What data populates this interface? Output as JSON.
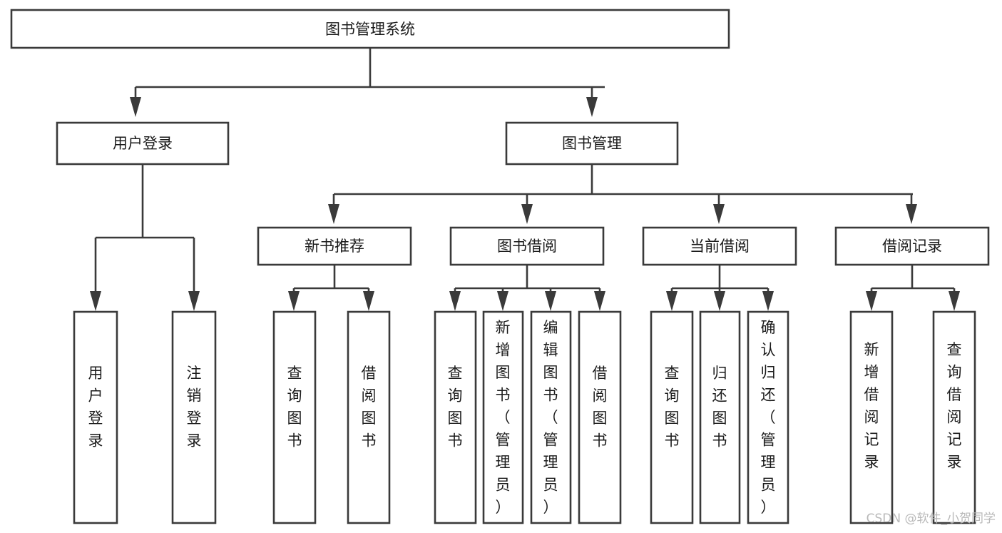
{
  "diagram": {
    "title": "图书管理系统",
    "type": "hierarchy-tree",
    "root": {
      "id": "root",
      "label": "图书管理系统",
      "orientation": "horizontal"
    },
    "level2": [
      {
        "id": "user-login",
        "label": "用户登录",
        "orientation": "horizontal"
      },
      {
        "id": "book-management",
        "label": "图书管理",
        "orientation": "horizontal"
      }
    ],
    "level3": [
      {
        "id": "new-book-recommend",
        "label": "新书推荐",
        "orientation": "horizontal"
      },
      {
        "id": "book-borrow",
        "label": "图书借阅",
        "orientation": "horizontal"
      },
      {
        "id": "current-borrow",
        "label": "当前借阅",
        "orientation": "horizontal"
      },
      {
        "id": "borrow-record",
        "label": "借阅记录",
        "orientation": "horizontal"
      }
    ],
    "leaves": [
      {
        "id": "leaf-user-login",
        "label": "用户登录",
        "parent": "user-login",
        "orientation": "vertical"
      },
      {
        "id": "leaf-user-logout",
        "label": "注销登录",
        "parent": "user-login",
        "orientation": "vertical"
      },
      {
        "id": "leaf-query-book-1",
        "label": "查询图书",
        "parent": "new-book-recommend",
        "orientation": "vertical"
      },
      {
        "id": "leaf-borrow-book-1",
        "label": "借阅图书",
        "parent": "new-book-recommend",
        "orientation": "vertical"
      },
      {
        "id": "leaf-query-book-2",
        "label": "查询图书",
        "parent": "book-borrow",
        "orientation": "vertical"
      },
      {
        "id": "leaf-add-book",
        "label": "新增图书（管理员）",
        "parent": "book-borrow",
        "orientation": "vertical"
      },
      {
        "id": "leaf-edit-book",
        "label": "编辑图书（管理员）",
        "parent": "book-borrow",
        "orientation": "vertical"
      },
      {
        "id": "leaf-borrow-book-2",
        "label": "借阅图书",
        "parent": "book-borrow",
        "orientation": "vertical"
      },
      {
        "id": "leaf-query-book-3",
        "label": "查询图书",
        "parent": "current-borrow",
        "orientation": "vertical"
      },
      {
        "id": "leaf-return-book",
        "label": "归还图书",
        "parent": "current-borrow",
        "orientation": "vertical"
      },
      {
        "id": "leaf-confirm-return",
        "label": "确认归还（管理员）",
        "parent": "current-borrow",
        "orientation": "vertical"
      },
      {
        "id": "leaf-add-record",
        "label": "新增借阅记录",
        "parent": "borrow-record",
        "orientation": "vertical"
      },
      {
        "id": "leaf-query-record",
        "label": "查询借阅记录",
        "parent": "borrow-record",
        "orientation": "vertical"
      }
    ]
  },
  "watermark": {
    "text": "CSDN @软件_小贺同学"
  },
  "colors": {
    "stroke": "#3a3a3a",
    "fill": "#ffffff",
    "text": "#1b1b1b",
    "watermark": "#b9b9b9",
    "background": "#ffffff"
  }
}
